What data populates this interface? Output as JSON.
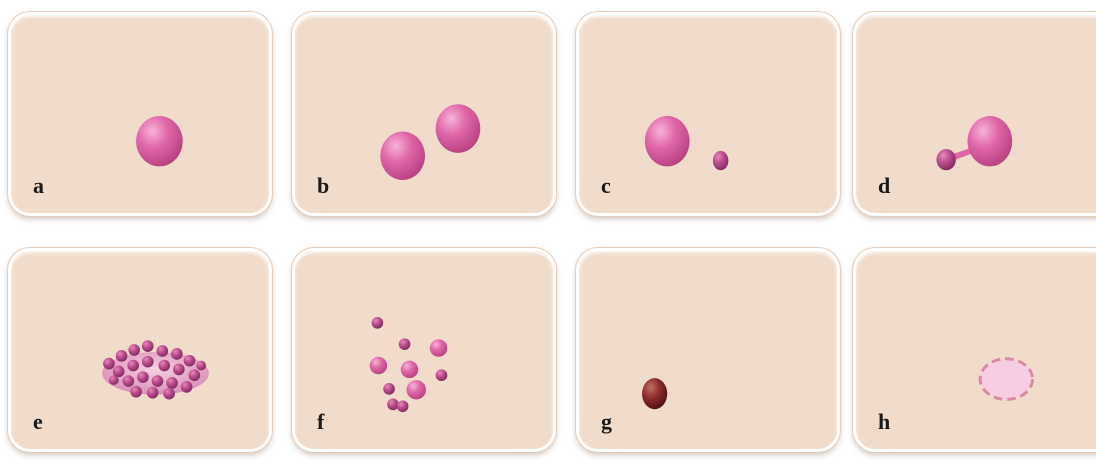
{
  "panels": [
    {
      "label": "a"
    },
    {
      "label": "b"
    },
    {
      "label": "c"
    },
    {
      "label": "d"
    },
    {
      "label": "e"
    },
    {
      "label": "f"
    },
    {
      "label": "g"
    },
    {
      "label": "h"
    }
  ],
  "colors": {
    "panel_bg": "#f1dccb",
    "cell": "#e066a8",
    "cell_dark": "#b23a7e",
    "apoptotic_body": "#a8457a",
    "necrotic": "#7a1f22",
    "ghost": "#f6cde3",
    "ghost_outline": "#d98aa0"
  }
}
